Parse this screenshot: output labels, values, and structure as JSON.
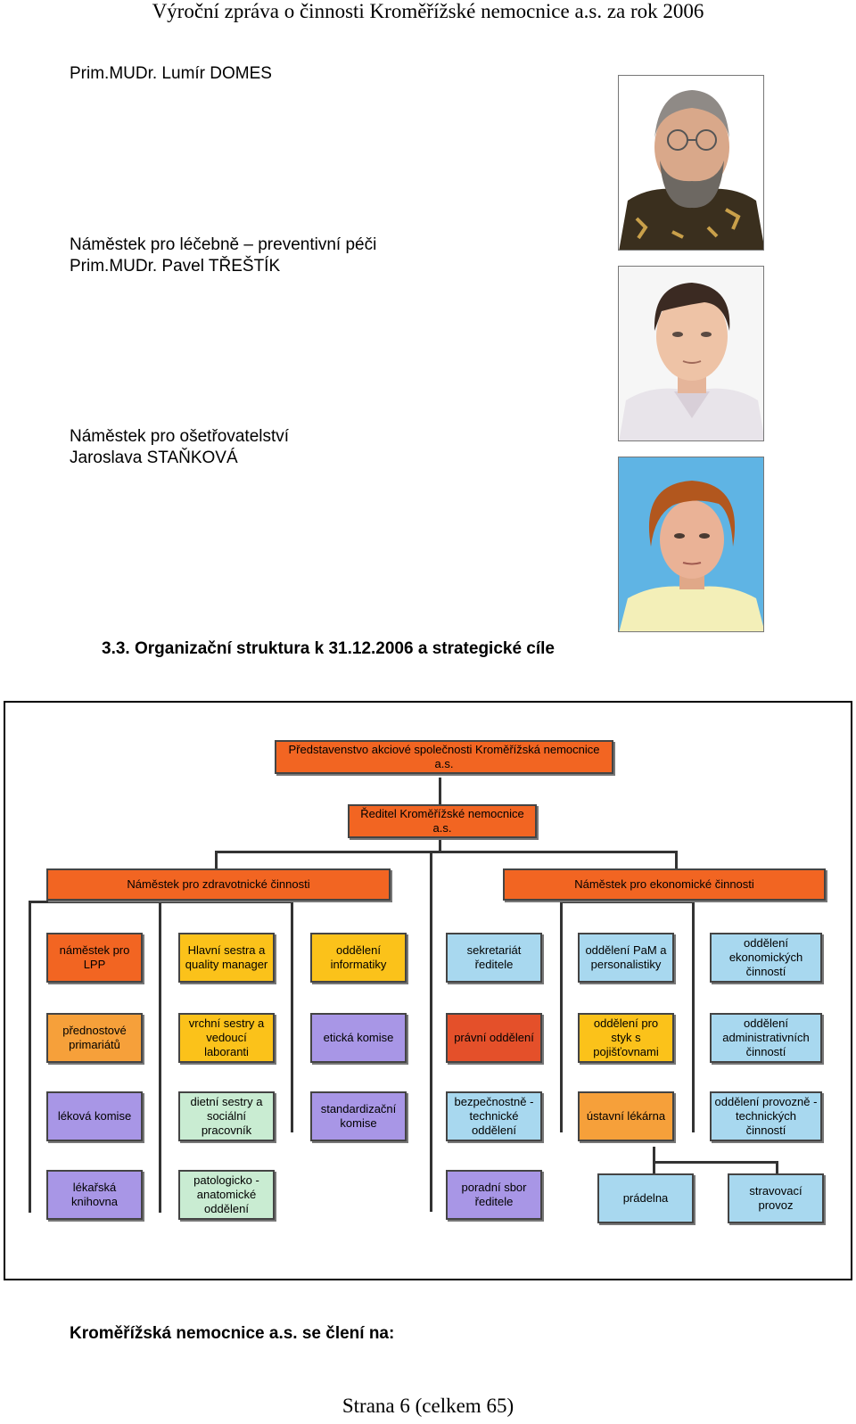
{
  "header": {
    "title": "Výroční zpráva o činnosti Kroměřížské nemocnice a.s. za rok 2006"
  },
  "people": [
    {
      "role": "",
      "name": "Prim.MUDr. Lumír DOMES"
    },
    {
      "role": "Náměstek pro léčebně – preventivní péči",
      "name": "Prim.MUDr. Pavel TŘEŠTÍK"
    },
    {
      "role": "Náměstek pro ošetřovatelství",
      "name": "Jaroslava STAŇKOVÁ"
    }
  ],
  "section": {
    "heading": "3.3. Organizační struktura k 31.12.2006 a strategické cíle"
  },
  "org": {
    "top": "Představenstvo akciové společnosti Kroměřížská nemocnice a.s.",
    "director": "Ředitel Kroměřížské nemocnice a.s.",
    "deputy_medical": "Náměstek pro zdravotnické činnosti",
    "deputy_economic": "Náměstek pro ekonomické činnosti",
    "col1": [
      "náměstek pro LPP",
      "přednostové primariátů",
      "léková komise",
      "lékařská knihovna"
    ],
    "col2": [
      "Hlavní sestra a quality manager",
      "vrchní sestry a vedoucí laboranti",
      "dietní sestry a sociální pracovník",
      "patologicko - anatomické oddělení"
    ],
    "col3": [
      "oddělení informatiky",
      "etická komise",
      "standardizační komise"
    ],
    "col4": [
      "sekretariát ředitele",
      "právní oddělení",
      "bezpečnostně - technické oddělení",
      "poradní sbor ředitele"
    ],
    "col5": [
      "oddělení PaM a personalistiky",
      "oddělení pro styk s pojišťovnami",
      "ústavní lékárna"
    ],
    "col6": [
      "oddělení ekonomických činností",
      "oddělení administrativních činností",
      "oddělení provozně - technických činností"
    ],
    "bottom": [
      "prádelna",
      "stravovací provoz"
    ],
    "colors": {
      "orange": "#f26522",
      "lightorange": "#f6a03a",
      "yellow": "#fbc21a",
      "purple": "#a896e6",
      "blue": "#a8d8ef",
      "red": "#e4502a",
      "green": "#c9ecd2"
    }
  },
  "intro": {
    "text": "Kroměřížská nemocnice a.s. se člení na:"
  },
  "footer": {
    "page": "Strana 6 (celkem 65)"
  }
}
